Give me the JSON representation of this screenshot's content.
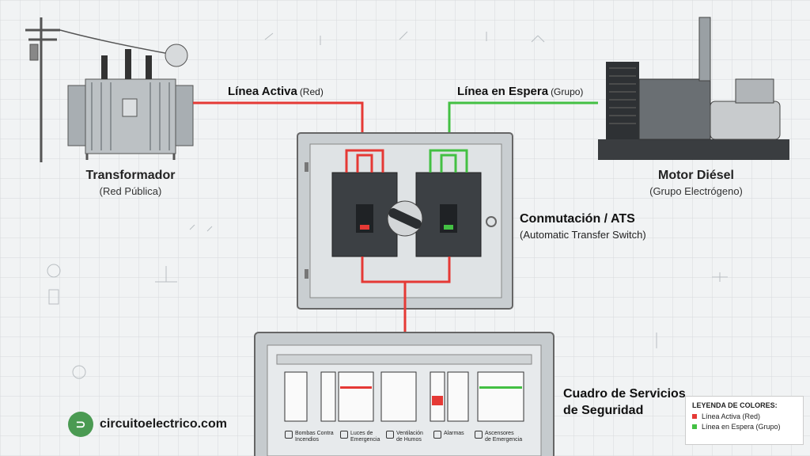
{
  "line_active": {
    "title": "Línea Activa",
    "sub": "(Red)",
    "color": "#e53935"
  },
  "line_standby": {
    "title": "Línea en Espera",
    "sub": "(Grupo)",
    "color": "#43c043"
  },
  "transformer": {
    "title": "Transformador",
    "sub": "(Red Pública)"
  },
  "generator": {
    "title": "Motor Diésel",
    "sub": "(Grupo Electrógeno)"
  },
  "ats": {
    "title": "Conmutación / ATS",
    "sub": "(Automatic Transfer Switch)"
  },
  "panel": {
    "title_line1": "Cuadro de Servicios",
    "title_line2": "de Seguridad"
  },
  "legend": {
    "heading": "LEYENDA DE COLORES:",
    "items": [
      {
        "label": "Línea Activa (Red)",
        "color": "#e53935"
      },
      {
        "label": "Línea en Espera (Grupo)",
        "color": "#43c043"
      }
    ]
  },
  "brand": {
    "logo_glyph": "⊃",
    "site": "circuitoelectrico.com"
  },
  "circuits": [
    {
      "line1": "Bombas Contra",
      "line2": "Incendios",
      "icon": "pump-icon"
    },
    {
      "line1": "Luces de",
      "line2": "Emergencia",
      "icon": "lamp-icon"
    },
    {
      "line1": "Ventilación",
      "line2": "de Humos",
      "icon": "fan-icon"
    },
    {
      "line1": "Alarmas",
      "line2": "",
      "icon": "bell-icon"
    },
    {
      "line1": "Ascensores",
      "line2": "de Emergencia",
      "icon": "elevator-icon"
    }
  ]
}
